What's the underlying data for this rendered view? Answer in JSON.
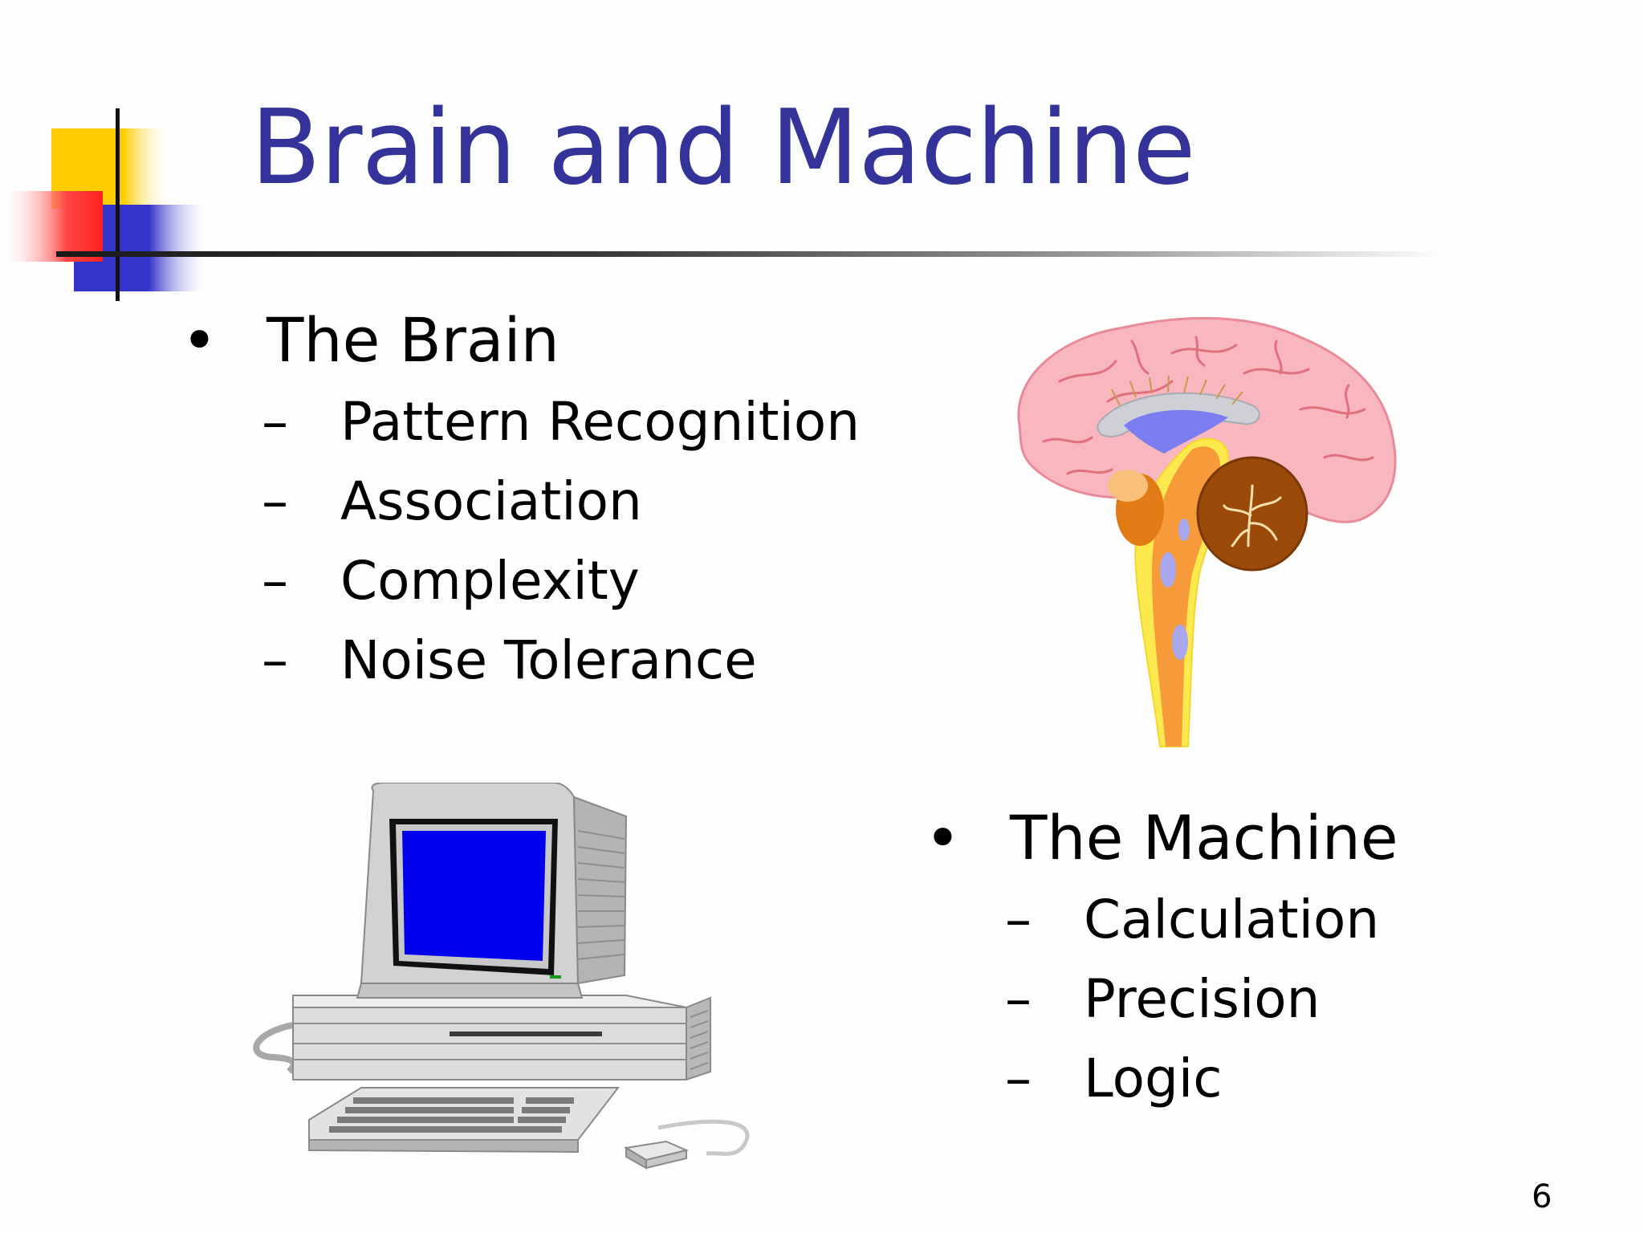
{
  "slide": {
    "title": "Brain and Machine",
    "page_number": "6",
    "title_color": "#333399",
    "accent_colors": [
      "#ffcc00",
      "#ff3333",
      "#3333cc"
    ]
  },
  "brain_section": {
    "heading": "The Brain",
    "items": [
      "Pattern Recognition",
      "Association",
      "Complexity",
      "Noise Tolerance"
    ]
  },
  "machine_section": {
    "heading": "The Machine",
    "items": [
      "Calculation",
      "Precision",
      "Logic"
    ]
  },
  "glyphs": {
    "bullet": "•",
    "dash": "–"
  },
  "images": {
    "brain": "brain-illustration",
    "computer": "desktop-computer-illustration"
  }
}
